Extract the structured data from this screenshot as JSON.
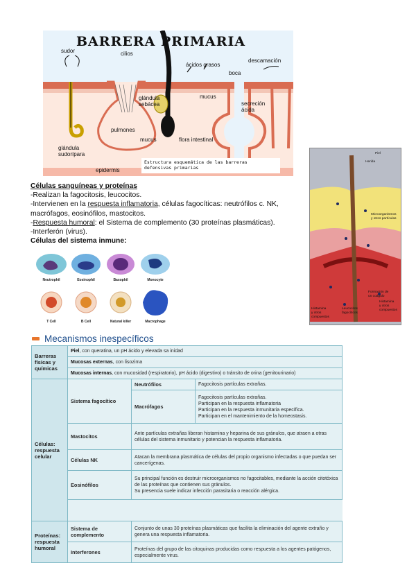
{
  "diagram": {
    "title": "BARRERA PRIMARIA",
    "labels": {
      "sudor": "sudor",
      "cilios": "cilios",
      "acidos": "ácidos grasos",
      "descamacion": "descamación",
      "boca": "boca",
      "glandula_sebacea": "glándula\nsebácea",
      "mucus1": "mucus",
      "secrecion": "secreción\nácida",
      "pulmones": "pulmones",
      "mucus2": "mucus",
      "flora": "flora intestinal",
      "glandula_sudoripara": "glándula\nsudorípara",
      "epidermis": "epidermis"
    },
    "caption": "Estructura esquemática de las barreras\ndefensivas primarias"
  },
  "text": {
    "heading1": "Células sanguíneas y proteínas",
    "line1": "-Realizan la fagocitosis, leucocitos.",
    "line2_pre": "-Intervienen en la ",
    "line2_link": "respuesta inflamatoria",
    "line2_post": ", células fagocíticas: neutrófilos c. NK,",
    "line3": "macrófagos, eosinófilos, mastocitos.",
    "line4_pre": "-",
    "line4_link": "Respuesta humoral",
    "line4_post": ": el Sistema de complemento (30 proteínas plasmáticas).",
    "line5": "-Interferón (virus).",
    "heading2": "Células del sistema inmune:"
  },
  "cells": {
    "row1": [
      "Neutrophil",
      "Eosinophil",
      "Basophil",
      "Monocyte"
    ],
    "row2": [
      "T Cell",
      "B Cell",
      "Natural killer",
      "Macrophage"
    ]
  },
  "wound": {
    "labels": {
      "piel": "Piel",
      "herida": "Herida",
      "microorganismos": "Microorganismos\ny otros partículas",
      "formacion": "Formación de\nun coágulo",
      "histamina1": "Histamina\ny otros\ncompuestos",
      "leucocitos": "Leucocitos\nfagocíticos",
      "histamina2": "Histamina\ny otros\ncompuestos"
    }
  },
  "mecanismos": {
    "title": "Mecanismos inespecíficos",
    "barreras": {
      "cat": "Barreras\nfísicas y\nquímicas",
      "rows": [
        {
          "name": "Piel",
          "rest": ", con queratina, un pH ácido y elevada sa inidad"
        },
        {
          "name": "Mucosas externas",
          "rest": ", con lisozima"
        },
        {
          "name": "Mucosas internas",
          "rest": ", con mucosidad (respiratorio), pH ácido (digestivo) o tránsito de orina (genitourinario)"
        }
      ]
    },
    "celulas": {
      "cat": "Células:\nrespuesta\ncelular",
      "fagocitico": "Sistema fagocítico",
      "neutrofilos": "Neutrófilos",
      "neutrofilos_desc": "Fagocitosis partículas extrañas.",
      "macrofagos": "Macrófagos",
      "macrofagos_desc": "Fagocitosis partículas extrañas.\nParticipan en la respuesta inflamatoria\nParticipan en la respuesta inmunitaria específica.\nParticipan en el mantenimiento de la homeostasis.",
      "mastocitos": "Mastocitos",
      "mastocitos_desc": "Ante partículas extrañas liberan histamina y heparina de sus gránulos, que atraen a otras células del sistema inmunitario y potencian la respuesta inflamatoria.",
      "nk": "Células NK",
      "nk_desc": "Atacan la membrana plasmática de células del propio organismo infectadas o que puedan ser cancerígenas.",
      "eosinofilos": "Eosinófilos",
      "eosinofilos_desc": "Su principal función es destruir microorganismos no fagocitables, mediante la acción citotóxica de las proteínas que contienen sus gránulos.\nSu presencia suele indicar infección parasitaria o reacción alérgica."
    },
    "proteinas": {
      "cat": "Proteínas:\nrespuesta\nhumoral",
      "complemento": "Sistema de\ncomplemento",
      "complemento_desc": "Conjunto de unas 30 proteínas plasmáticas que facilita la eliminación del agente extraño y genera una respuesta inflamatoria.",
      "interferones": "Interferones",
      "interferones_desc": "Proteínas del grupo de las citoquinas producidas como respuesta a los agentes patógenos, especialmente virus."
    }
  },
  "colors": {
    "accent_title": "#1e4e8c",
    "bullet": "#e8762c",
    "table_border": "#7fb9c6",
    "table_bg": "#e4f1f4"
  }
}
